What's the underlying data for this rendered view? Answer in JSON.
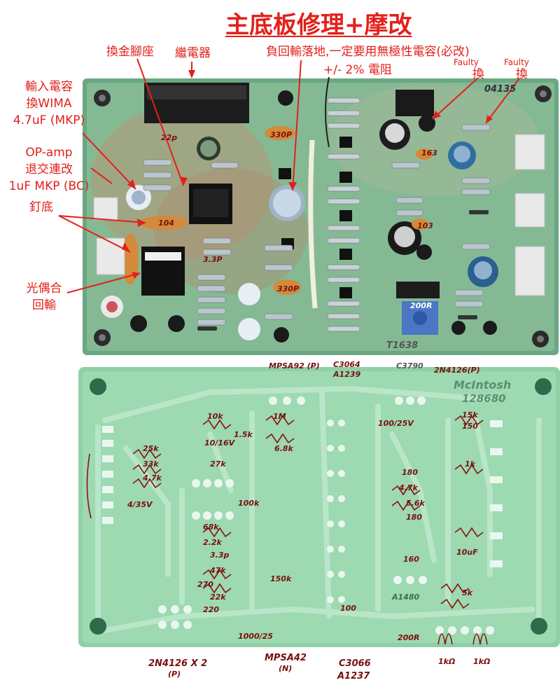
{
  "title": "主底板修理+摩改",
  "annotations": {
    "socket": "換金腳座",
    "relay": "繼電器",
    "ground_line1": "負回輸落地,一定要用無極性電容(必改)",
    "ground_line2": "+/- 2% 電阻",
    "faulty1": "Faulty",
    "replace1": "換",
    "faulty2": "Faulty",
    "replace2": "換",
    "input_cap": [
      "輸入電容",
      "換WIMA",
      "4.7uF (MKP)"
    ],
    "opamp": [
      "OP-amp",
      "退交連改",
      "1uF MKP (BC)"
    ],
    "nail": "釘底",
    "opto": [
      "光偶合",
      "回輸"
    ]
  },
  "board_marks": {
    "top_left_cap": "22p",
    "cap_33p": "3.3P",
    "cap_330p_a": "330P",
    "cap_330p_b": "330P",
    "r_200": "200R",
    "serial_top": "T1638",
    "code_top": "04135",
    "marks_163": "163",
    "marks_103": "103",
    "marks_104": "104"
  },
  "bottom_labels": {
    "q1": "MPSA92 (P)",
    "q2": "C3064",
    "q2b": "A1239",
    "q3": "C3790",
    "q4": "2N4126(P)",
    "brand": "McIntosh",
    "board_no": "128680",
    "b_1": "2N4126 X 2",
    "b_1b": "(P)",
    "b_2": "MPSA42",
    "b_2b": "(N)",
    "b_3": "C3066",
    "b_3b": "A1237",
    "b_4": "1kΩ",
    "b_5": "1kΩ",
    "a1480": "A1480",
    "r200": "200R"
  },
  "hand_values": [
    "10k",
    "25k",
    "33k",
    "4.7k",
    "1.5k",
    "27k",
    "68k",
    "100k",
    "2.2k",
    "3.3p",
    "180",
    "1M",
    "15k",
    "100",
    "6.8k",
    "150",
    "4.7k",
    "1k",
    "5.6k",
    "180",
    "270",
    "47k",
    "22k",
    "150k",
    "160",
    "10/16V",
    "100/25V",
    "4/35V",
    "220",
    "5k",
    "10uF",
    "1000/25"
  ],
  "colors": {
    "annotation": "#e3201b",
    "pcb_green": "#8ec9a1",
    "pcb_dark": "#5aa57a",
    "ink": "#7a1010"
  }
}
